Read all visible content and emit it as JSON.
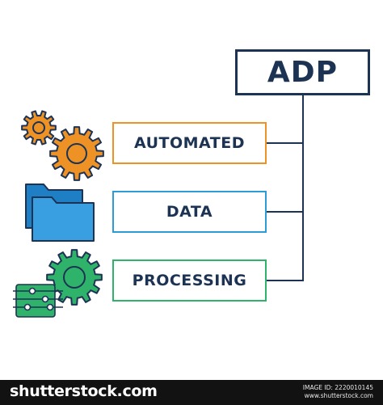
{
  "diagram": {
    "title": "ADP",
    "items": [
      {
        "label": "AUTOMATED",
        "color": "#ef9226",
        "icon": "gears-icon"
      },
      {
        "label": "DATA",
        "color": "#2d9bd6",
        "icon": "folder-icon"
      },
      {
        "label": "PROCESSING",
        "color": "#2fb36a",
        "icon": "gear-circuit-icon"
      }
    ],
    "title_color": "#1d3354",
    "connector_color": "#1d3354"
  },
  "footer": {
    "brand": "shutterstock.com",
    "image_id": "IMAGE ID: 2220010145",
    "site": "www.shutterstock.com"
  }
}
